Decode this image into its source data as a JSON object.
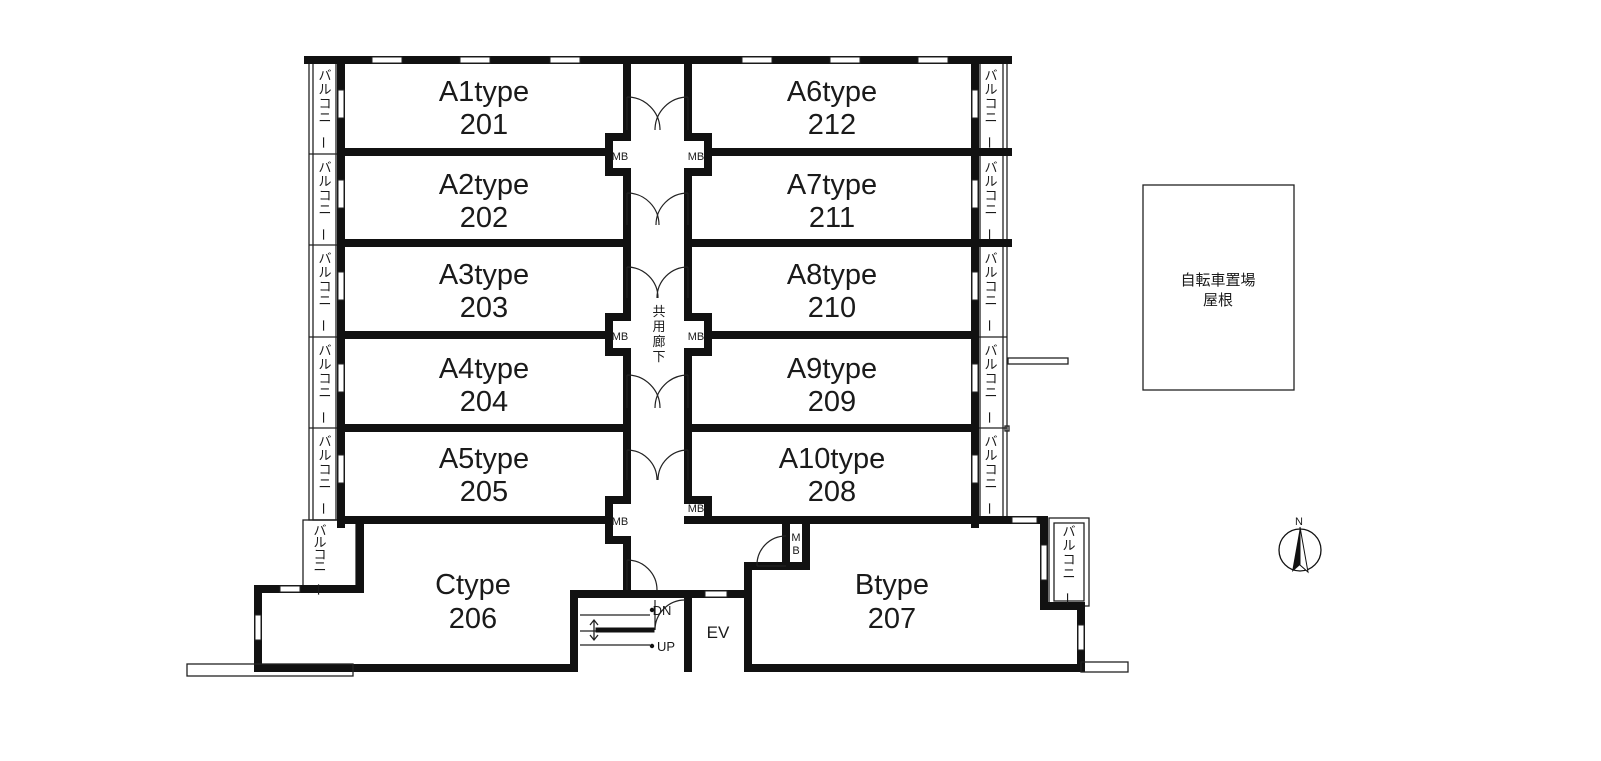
{
  "units_left": [
    {
      "type": "A1type",
      "number": "201"
    },
    {
      "type": "A2type",
      "number": "202"
    },
    {
      "type": "A3type",
      "number": "203"
    },
    {
      "type": "A4type",
      "number": "204"
    },
    {
      "type": "A5type",
      "number": "205"
    }
  ],
  "units_right": [
    {
      "type": "A6type",
      "number": "212"
    },
    {
      "type": "A7type",
      "number": "211"
    },
    {
      "type": "A8type",
      "number": "210"
    },
    {
      "type": "A9type",
      "number": "209"
    },
    {
      "type": "A10type",
      "number": "208"
    }
  ],
  "unit_c": {
    "type": "Ctype",
    "number": "206"
  },
  "unit_b": {
    "type": "Btype",
    "number": "207"
  },
  "labels": {
    "balcony": "バルコニー",
    "mb": "MB",
    "mb_split": [
      "M",
      "B"
    ],
    "corridor": "共用廊下",
    "ev": "EV",
    "dn": "DN",
    "up": "UP",
    "north": "N",
    "bike_roof_line1": "自転車置場",
    "bike_roof_line2": "屋根"
  }
}
